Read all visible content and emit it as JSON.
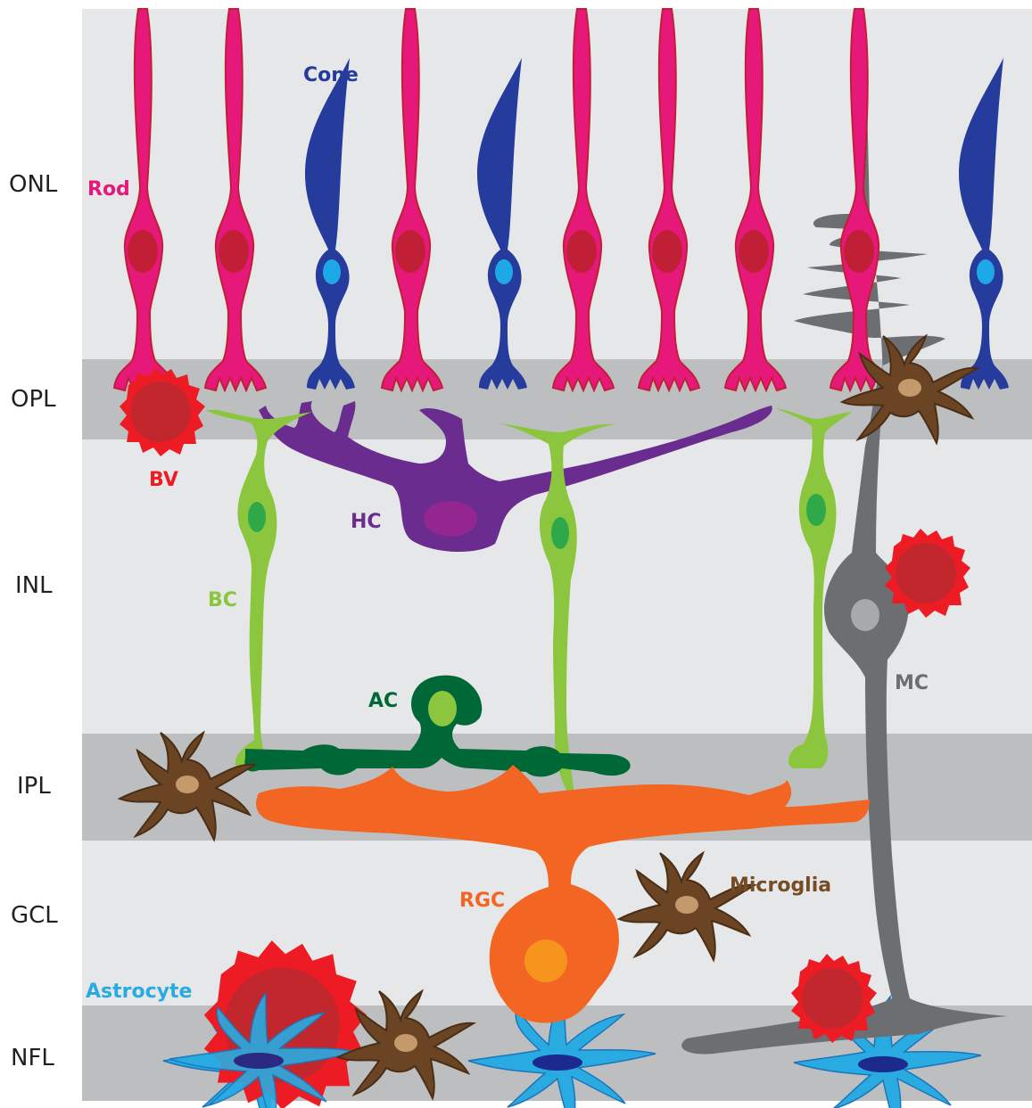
{
  "layers": {
    "onl": "ONL",
    "opl": "OPL",
    "inl": "INL",
    "ipl": "IPL",
    "gcl": "GCL",
    "nfl": "NFL"
  },
  "cells": {
    "rod": "Rod",
    "cone": "Cone",
    "bv": "BV",
    "hc": "HC",
    "bc": "BC",
    "ac": "AC",
    "mc": "MC",
    "rgc": "RGC",
    "microglia": "Microglia",
    "astrocyte": "Astrocyte"
  },
  "colors": {
    "rod": "#e6197a",
    "rod_nucleus": "#c01f35",
    "cone": "#263c9c",
    "cone_nucleus": "#1fa8e8",
    "bipolar": "#8cc63f",
    "bipolar_nucleus": "#2fa84a",
    "horizontal": "#6a2d8f",
    "horizontal_nucleus": "#93278f",
    "amacrine": "#006837",
    "ganglion": "#f26522",
    "ganglion_nucleus": "#f7941d",
    "muller": "#6d6e71",
    "microglia": "#6b4423",
    "microglia_nucleus": "#c49a6c",
    "astrocyte": "#29abe2",
    "astrocyte_nucleus": "#1b2a8c",
    "blood_vessel": "#c1272d",
    "blood_vessel_edge": "#ed1c24",
    "band_light": "#e6e7e8",
    "band_dark": "#bcbec0"
  }
}
